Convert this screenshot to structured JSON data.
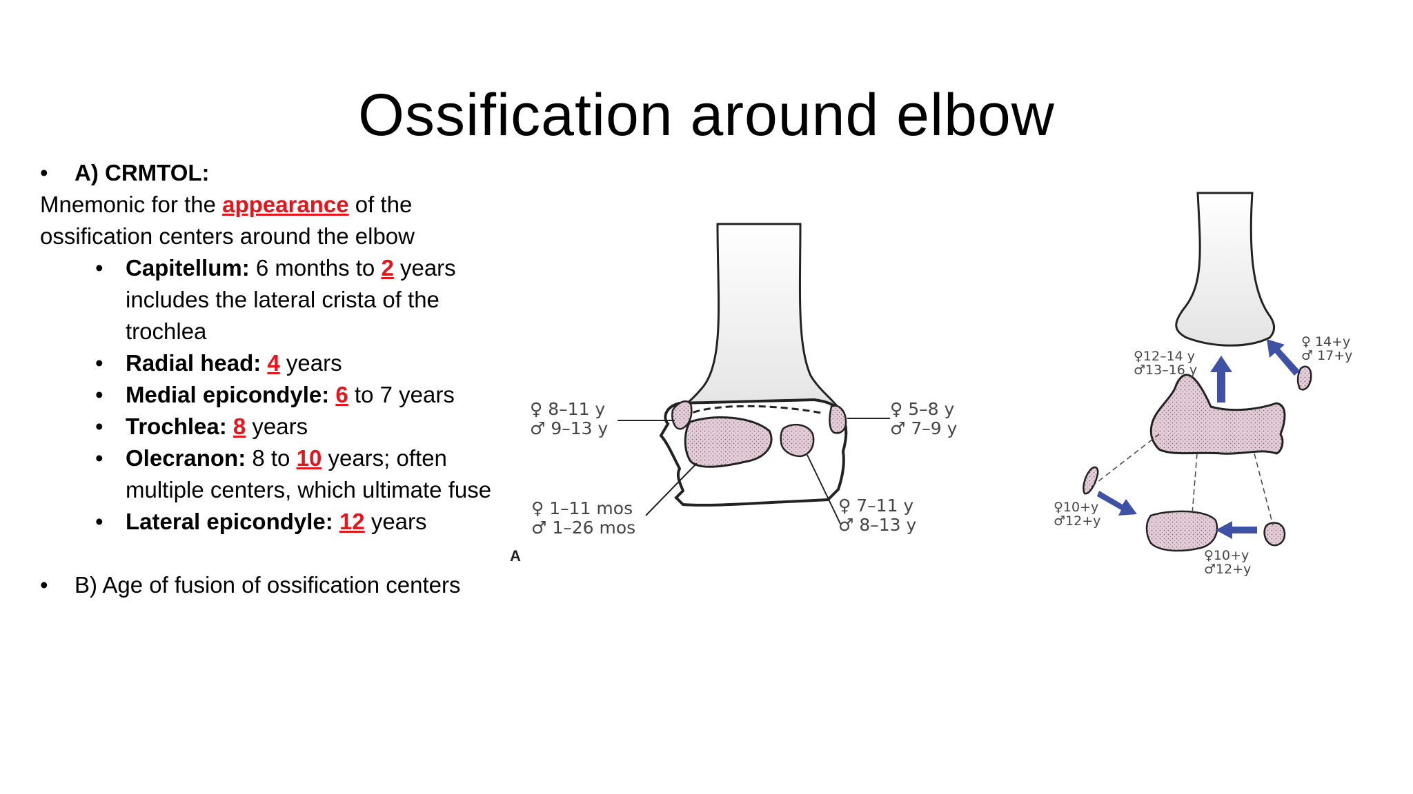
{
  "title": "Ossification around elbow",
  "section_a": {
    "heading": "A) CRMTOL:",
    "intro_pre": "Mnemonic for the ",
    "intro_word": "appearance",
    "intro_post": " of the ossification centers around the elbow",
    "items": [
      {
        "name": "Capitellum:",
        "pre": " 6 months to ",
        "num": "2",
        "post": " years includes the lateral crista of the trochlea"
      },
      {
        "name": "Radial head:",
        "pre": " ",
        "num": "4",
        "post": " years"
      },
      {
        "name": "Medial epicondyle:",
        "pre": " ",
        "num": "6",
        "post": " to 7 years"
      },
      {
        "name": "Trochlea:",
        "pre": " ",
        "num": "8",
        "post": " years"
      },
      {
        "name": "Olecranon:",
        "pre": " 8 to ",
        "num": "10",
        "post": " years; often multiple centers, which ultimate fuse"
      },
      {
        "name": "Lateral epicondyle:",
        "pre": " ",
        "num": "12",
        "post": " years"
      }
    ]
  },
  "section_b": {
    "heading": "B) Age of fusion of ossification centers"
  },
  "figure_a": {
    "panel_label": "A",
    "medial_female": "♀ 8–11 y",
    "medial_male": "♂ 9–13 y",
    "lateral_female": "♀ 5–8 y",
    "lateral_male": "♂ 7–9 y",
    "capitellum_female": "♀ 1–11 mos",
    "capitellum_male": "♂ 1–26 mos",
    "trochlea_female": "♀ 7–11 y",
    "trochlea_male": "♂ 8–13 y"
  },
  "figure_b": {
    "top_female": "♀12–14 y",
    "top_male": "♂13–16 y",
    "right_female": "♀ 14+y",
    "right_male": "♂ 17+y",
    "left_female": "♀10+y",
    "left_male": "♂12+y",
    "bottom_female": "♀10+y",
    "bottom_male": "♂12+y",
    "arrow_color": "#3f51a5",
    "bone_fill": "#e2cdd8"
  }
}
